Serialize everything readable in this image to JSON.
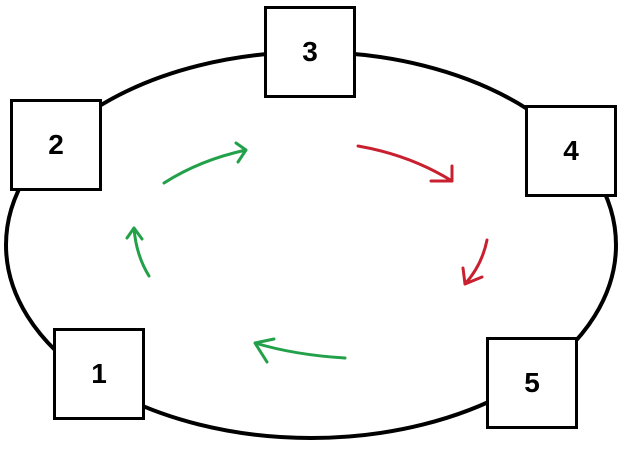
{
  "nodes": [
    {
      "id": "node-1",
      "label": "1"
    },
    {
      "id": "node-2",
      "label": "2"
    },
    {
      "id": "node-3",
      "label": "3"
    },
    {
      "id": "node-4",
      "label": "4"
    },
    {
      "id": "node-5",
      "label": "5"
    }
  ],
  "edges": [
    {
      "from": "1",
      "to": "2",
      "color": "#23a04a"
    },
    {
      "from": "2",
      "to": "3",
      "color": "#23a04a"
    },
    {
      "from": "3",
      "to": "4",
      "color": "#c8202f"
    },
    {
      "from": "4",
      "to": "5",
      "color": "#c8202f"
    },
    {
      "from": "5",
      "to": "1",
      "color": "#23a04a"
    }
  ],
  "colors": {
    "ring": "#000000",
    "forward": "#23a04a",
    "reverse": "#c8202f"
  }
}
